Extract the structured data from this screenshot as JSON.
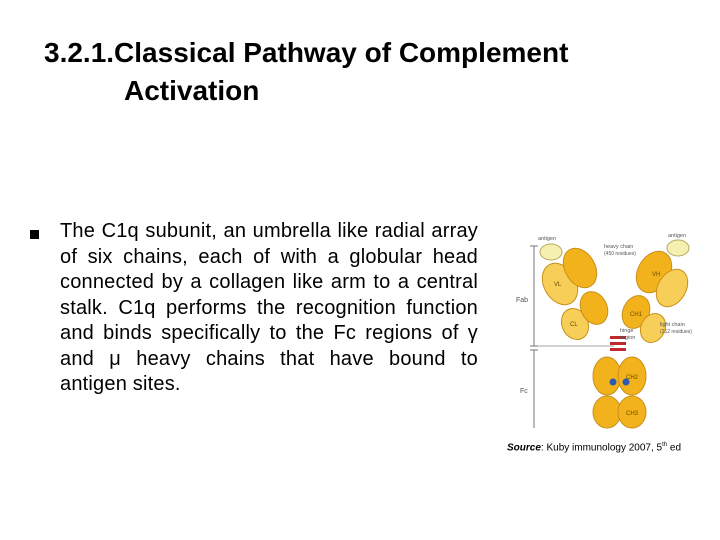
{
  "slide": {
    "title_line1": "3.2.1.Classical Pathway of Complement",
    "title_line2": "Activation",
    "body_part1": "The C1q subunit, an umbrella like radial array of six chains, each of with a globular head connected by a collagen like arm to a central stalk. C1q performs the recognition function and binds specifically to the Fc regions of ",
    "gamma": "γ",
    "and_word": " and ",
    "mu": "μ",
    "body_part2": " heavy chains that have bound to antigen sites."
  },
  "figure": {
    "label_antigen_left": "antigen",
    "label_antigen_right": "antigen",
    "label_heavy_chain": "heavy chain",
    "label_heavy_residues": "(450 residues)",
    "label_light_chain": "light chain",
    "label_light_residues": "(212 residues)",
    "label_fab": "Fab",
    "label_fc": "Fc",
    "label_hinge": "hinge",
    "label_region": "region",
    "label_vl": "VL",
    "label_vh": "VH",
    "label_cl": "CL",
    "label_ch1": "CH1",
    "label_ch2": "CH2",
    "label_ch3": "CH3",
    "colors": {
      "domain_fill": "#f2b21c",
      "domain_light": "#f7cf58",
      "antigen_fill": "#f5f0b0",
      "hinge_red": "#c0282b",
      "carbohydrate_blue": "#2a5bb0",
      "line_gray": "#777777"
    }
  },
  "source": {
    "label": "Source",
    "text": ": Kuby immunology  2007, 5",
    "sup": "th",
    "suffix": " ed"
  }
}
